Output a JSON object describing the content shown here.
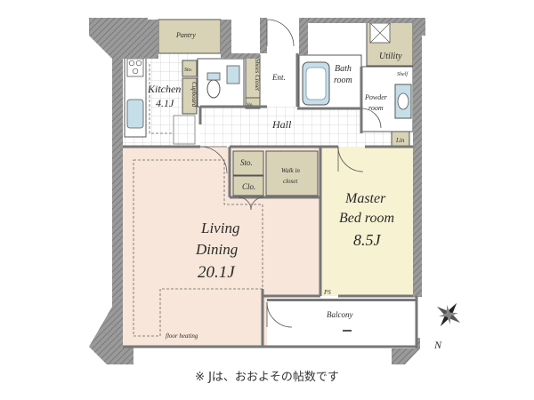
{
  "rooms": {
    "pantry": "Pantry",
    "kitchen": "Kitchen",
    "kitchen_size": "4.1J",
    "cupboard": "Cupboard",
    "sto": "Sto.",
    "shoes_closet": "Shoes Closet",
    "ent": "Ent.",
    "bath": "Bath",
    "bath_room": "room",
    "utility": "Utility",
    "shelf": "Shelf",
    "powder": "Powder",
    "powder_room": "room",
    "hall": "Hall",
    "lin": "Lin",
    "storage": "Sto.",
    "clo": "Clo.",
    "walk_in": "Walk in",
    "walk_in_closet": "closet",
    "master": "Master",
    "bedroom": "Bed room",
    "bedroom_size": "8.5J",
    "living": "Living",
    "dining": "Dining",
    "living_size": "20.1J",
    "ps": "PS",
    "balcony": "Balcony",
    "floor_heating": "floor heating"
  },
  "compass": {
    "north": "N"
  },
  "note": "※ Jは、おおよその帖数です",
  "colors": {
    "wall": "#8e8e8e",
    "living_floor": "#f7e6d9",
    "bedroom_floor": "#f7f2d2",
    "wet_floor": "#ffffff",
    "closet": "#d8d2b6",
    "fixture": "#c6dee8",
    "tile_line": "#cccccc"
  }
}
